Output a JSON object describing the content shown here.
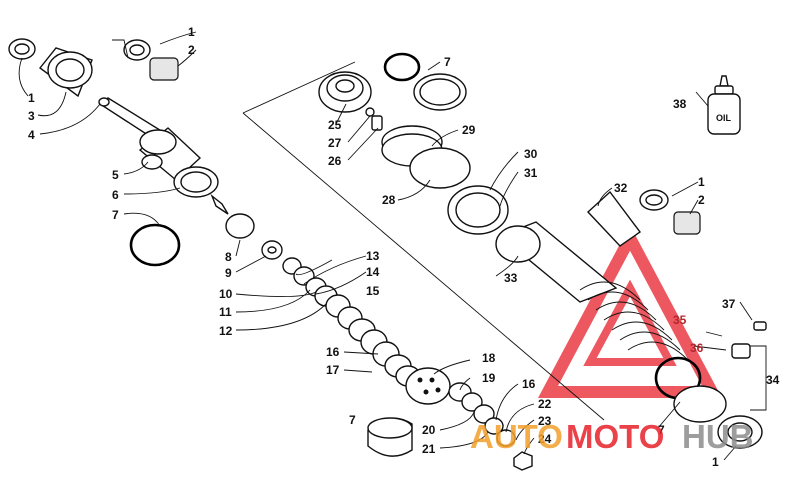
{
  "callouts": {
    "c1a": "1",
    "c1b": "1",
    "c1c": "1",
    "c1d": "1",
    "c2a": "2",
    "c2b": "2",
    "c3": "3",
    "c4": "4",
    "c5": "5",
    "c6": "6",
    "c7a": "7",
    "c7b": "7",
    "c7c": "7",
    "c7d": "7",
    "c8": "8",
    "c9": "9",
    "c10": "10",
    "c11": "11",
    "c12": "12",
    "c13": "13",
    "c14": "14",
    "c15": "15",
    "c16a": "16",
    "c16b": "16",
    "c17": "17",
    "c18": "18",
    "c19": "19",
    "c20": "20",
    "c21": "21",
    "c22": "22",
    "c23": "23",
    "c24": "24",
    "c25": "25",
    "c26": "26",
    "c27": "27",
    "c28": "28",
    "c29": "29",
    "c30": "30",
    "c31": "31",
    "c32": "32",
    "c33": "33",
    "c34": "34",
    "c35": "35",
    "c36": "36",
    "c37": "37",
    "c38": "38"
  },
  "oil_label": "OIL",
  "watermark": {
    "part1": "AUTO",
    "part2": "MOTO",
    "part3": "HUB",
    "red": "#e8202a",
    "orange": "#f2a12c",
    "gray": "#8c8c8c"
  }
}
